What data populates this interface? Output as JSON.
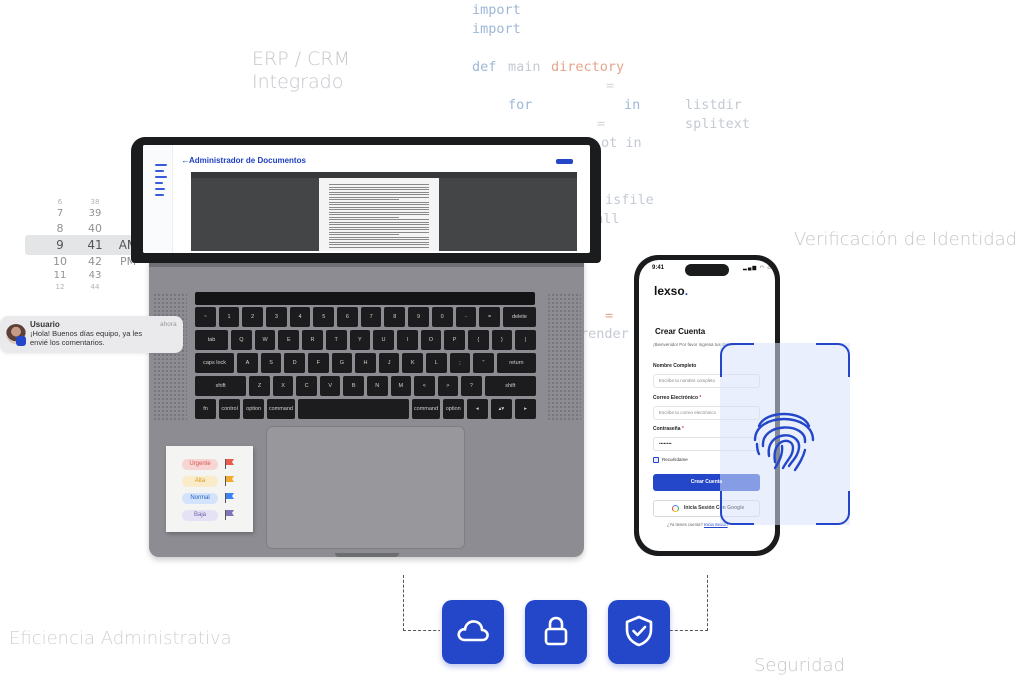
{
  "labels": {
    "erp_line1": "ERP / CRM",
    "erp_line2": "Integrado",
    "verificacion": "Verificación de Identidad",
    "eficiencia": "Eficiencia Administrativa",
    "seguridad": "Seguridad"
  },
  "code": {
    "kw_import": "import",
    "kw_def": "def",
    "fn_main": "main",
    "fn_directory": "directory",
    "op_eq": "=",
    "kw_for": "for",
    "kw_in": "in",
    "id_listdir": "listdir",
    "id_splitext": "splitext",
    "frag_not_in": "ot in",
    "id_isfile": "isfile",
    "frag_all": "_all",
    "frag_render": "render"
  },
  "clock": {
    "hours": [
      "6",
      "7",
      "8",
      "9",
      "10",
      "11",
      "12"
    ],
    "minutes": [
      "38",
      "39",
      "40",
      "41",
      "42",
      "43",
      "44"
    ],
    "am": "AM",
    "pm": "PM"
  },
  "notification": {
    "user": "Usuario",
    "message": "¡Hola! Buenos días equipo, ya les envié los comentarios.",
    "time": "ahora"
  },
  "laptop_screen": {
    "back_arrow": "←",
    "title": "Administrador de Documentos"
  },
  "priorities": [
    {
      "label": "Urgente",
      "bg": "#f6d5d3",
      "fg": "#d9534f",
      "flag": "#ea5b4f"
    },
    {
      "label": "Alta",
      "bg": "#fbecc9",
      "fg": "#d19a1c",
      "flag": "#f3a92a"
    },
    {
      "label": "Normal",
      "bg": "#d2e3fb",
      "fg": "#2563c9",
      "flag": "#3b82f6"
    },
    {
      "label": "Baja",
      "bg": "#e4e2f4",
      "fg": "#6a63a8",
      "flag": "#7c76b8"
    }
  ],
  "phone": {
    "time": "9:41",
    "status": "▂▄▆ ◠ ▭",
    "logo": "lexso",
    "logo_dot": ".",
    "heading": "Crear Cuenta",
    "subheading": "¡Bienvenido! Por favor ingresa tus datos.",
    "fields": {
      "name_label": "Nombre Completo",
      "name_placeholder": "Escribe tu nombre completo",
      "email_label": "Correo Electrónico",
      "email_required": "*",
      "email_placeholder": "Escribe tu correo electrónico",
      "password_label": "Contraseña",
      "password_required": "*",
      "password_value": "••••••••"
    },
    "remember": "Recuérdame",
    "primary_button": "Crear Cuenta",
    "google_button": "Inicia Sesión Con Google",
    "footer_text": "¿Ya tienes cuenta?",
    "footer_link": "Inicia Sesión"
  },
  "colors": {
    "brand_blue": "#2447c9",
    "laptop_silver": "#8c8c92"
  },
  "icons": {
    "tile1": "cloud-icon",
    "tile2": "lock-icon",
    "tile3": "shield-check-icon",
    "scan": "fingerprint-icon"
  }
}
